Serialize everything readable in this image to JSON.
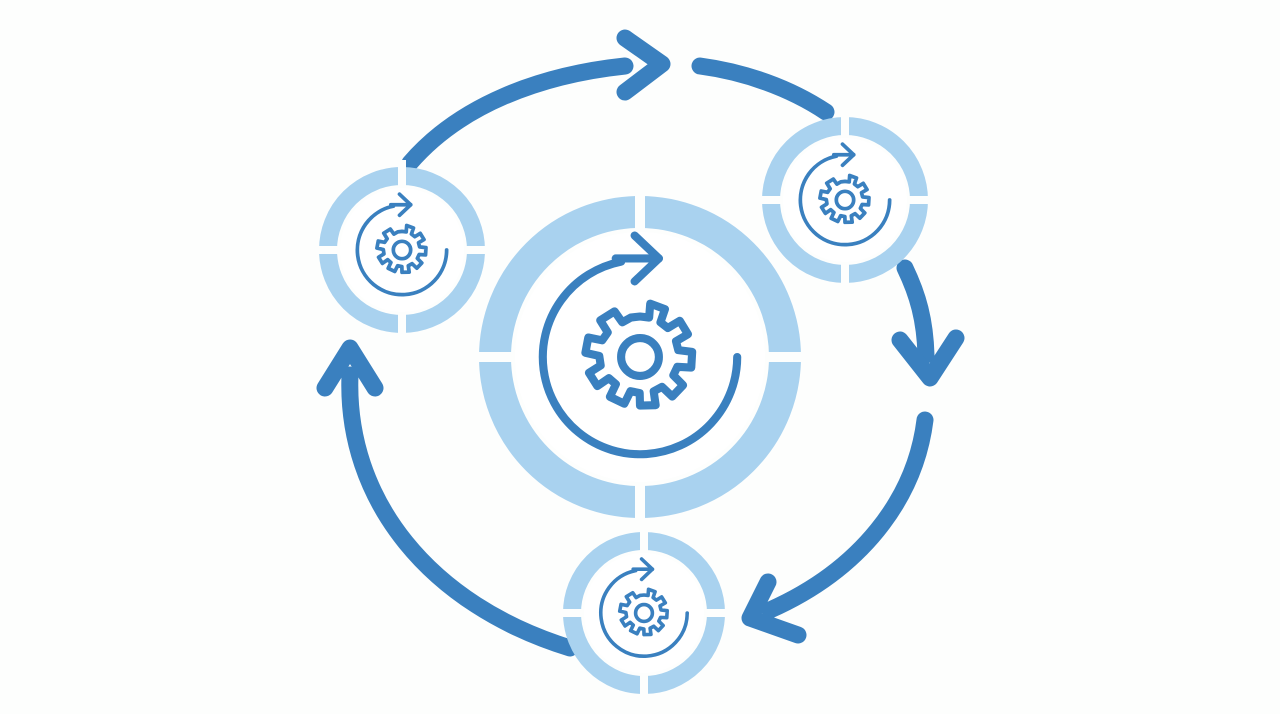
{
  "diagram": {
    "type": "cycle",
    "colors": {
      "background": "#fdfefd",
      "arrow": "#3a80bf",
      "ring": "#a9d2ef",
      "icon": "#3a80bf",
      "node_fill": "#ffffff"
    },
    "center_node": {
      "icon": "gear-refresh-icon"
    },
    "nodes": [
      {
        "id": "node-left",
        "icon": "gear-refresh-icon"
      },
      {
        "id": "node-top-right",
        "icon": "gear-refresh-icon"
      },
      {
        "id": "node-bottom",
        "icon": "gear-refresh-icon"
      }
    ],
    "arrows": [
      {
        "from": "node-left",
        "to": "top",
        "direction": "clockwise"
      },
      {
        "from": "top",
        "to": "node-top-right",
        "direction": "clockwise"
      },
      {
        "from": "node-top-right",
        "to": "node-bottom",
        "direction": "clockwise"
      },
      {
        "from": "node-bottom",
        "to": "node-left",
        "direction": "clockwise"
      }
    ]
  }
}
